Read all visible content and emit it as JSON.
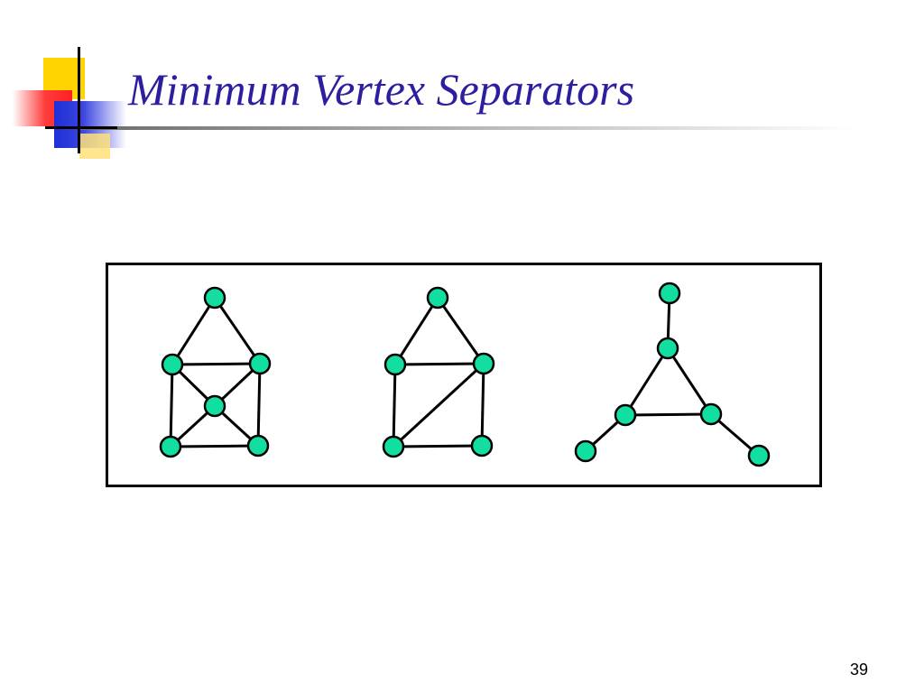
{
  "slide": {
    "title": "Minimum Vertex Separators",
    "page_number": "39"
  },
  "colors": {
    "title": "#2b1fa0",
    "node_fill": "#11dea0",
    "node_stroke": "#000000",
    "edge": "#000000",
    "deco_yellow": "#ffd400",
    "deco_red": "#ff3b3b",
    "deco_blue": "#1f2fd6"
  },
  "graphs": [
    {
      "name": "graph-house-with-cross",
      "nodes": [
        "top",
        "mid-left",
        "mid-right",
        "center",
        "bottom-left",
        "bottom-right"
      ],
      "edges": [
        [
          "top",
          "mid-left"
        ],
        [
          "top",
          "mid-right"
        ],
        [
          "mid-left",
          "mid-right"
        ],
        [
          "mid-left",
          "center"
        ],
        [
          "mid-right",
          "center"
        ],
        [
          "mid-left",
          "bottom-left"
        ],
        [
          "mid-right",
          "bottom-right"
        ],
        [
          "center",
          "bottom-left"
        ],
        [
          "center",
          "bottom-right"
        ],
        [
          "bottom-left",
          "bottom-right"
        ]
      ]
    },
    {
      "name": "graph-house-with-diagonal",
      "nodes": [
        "top",
        "mid-left",
        "mid-right",
        "bottom-left",
        "bottom-right"
      ],
      "edges": [
        [
          "top",
          "mid-left"
        ],
        [
          "top",
          "mid-right"
        ],
        [
          "mid-left",
          "mid-right"
        ],
        [
          "mid-left",
          "bottom-left"
        ],
        [
          "mid-right",
          "bottom-right"
        ],
        [
          "mid-right",
          "bottom-left"
        ],
        [
          "bottom-left",
          "bottom-right"
        ]
      ]
    },
    {
      "name": "graph-triangle-with-pendants",
      "nodes": [
        "pendant-top",
        "top",
        "left",
        "right",
        "pendant-left",
        "pendant-right"
      ],
      "edges": [
        [
          "pendant-top",
          "top"
        ],
        [
          "top",
          "left"
        ],
        [
          "top",
          "right"
        ],
        [
          "left",
          "right"
        ],
        [
          "left",
          "pendant-left"
        ],
        [
          "right",
          "pendant-right"
        ]
      ]
    }
  ]
}
